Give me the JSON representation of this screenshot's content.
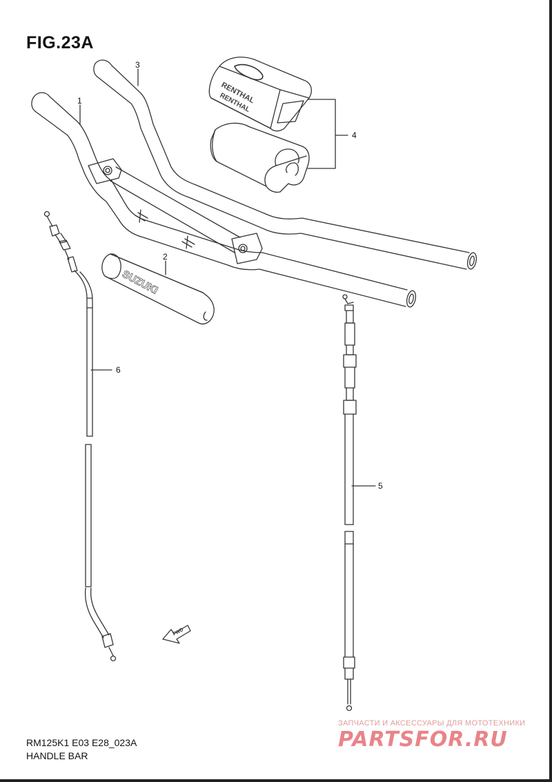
{
  "figure": {
    "title": "FIG.23A",
    "model_code": "RM125K1 E03 E28_023A",
    "section_name": "HANDLE BAR"
  },
  "parts": [
    {
      "ref": "1"
    },
    {
      "ref": "2"
    },
    {
      "ref": "3"
    },
    {
      "ref": "4"
    },
    {
      "ref": "5"
    },
    {
      "ref": "6"
    }
  ],
  "labels": {
    "pad_brand_top": "RENTHAL",
    "pad_brand_side": "RENTHAL",
    "crossbar_pad_brand": "SUZUKI",
    "fwd_arrow": "FWD"
  },
  "watermark": {
    "tagline": "ЗАПЧАСТИ И АКСЕССУАРЫ ДЛЯ МОТОТЕХНИКИ",
    "logo": "PARTSFOR.RU"
  },
  "colors": {
    "line": "#333333",
    "watermark_red": "#d8202a"
  }
}
